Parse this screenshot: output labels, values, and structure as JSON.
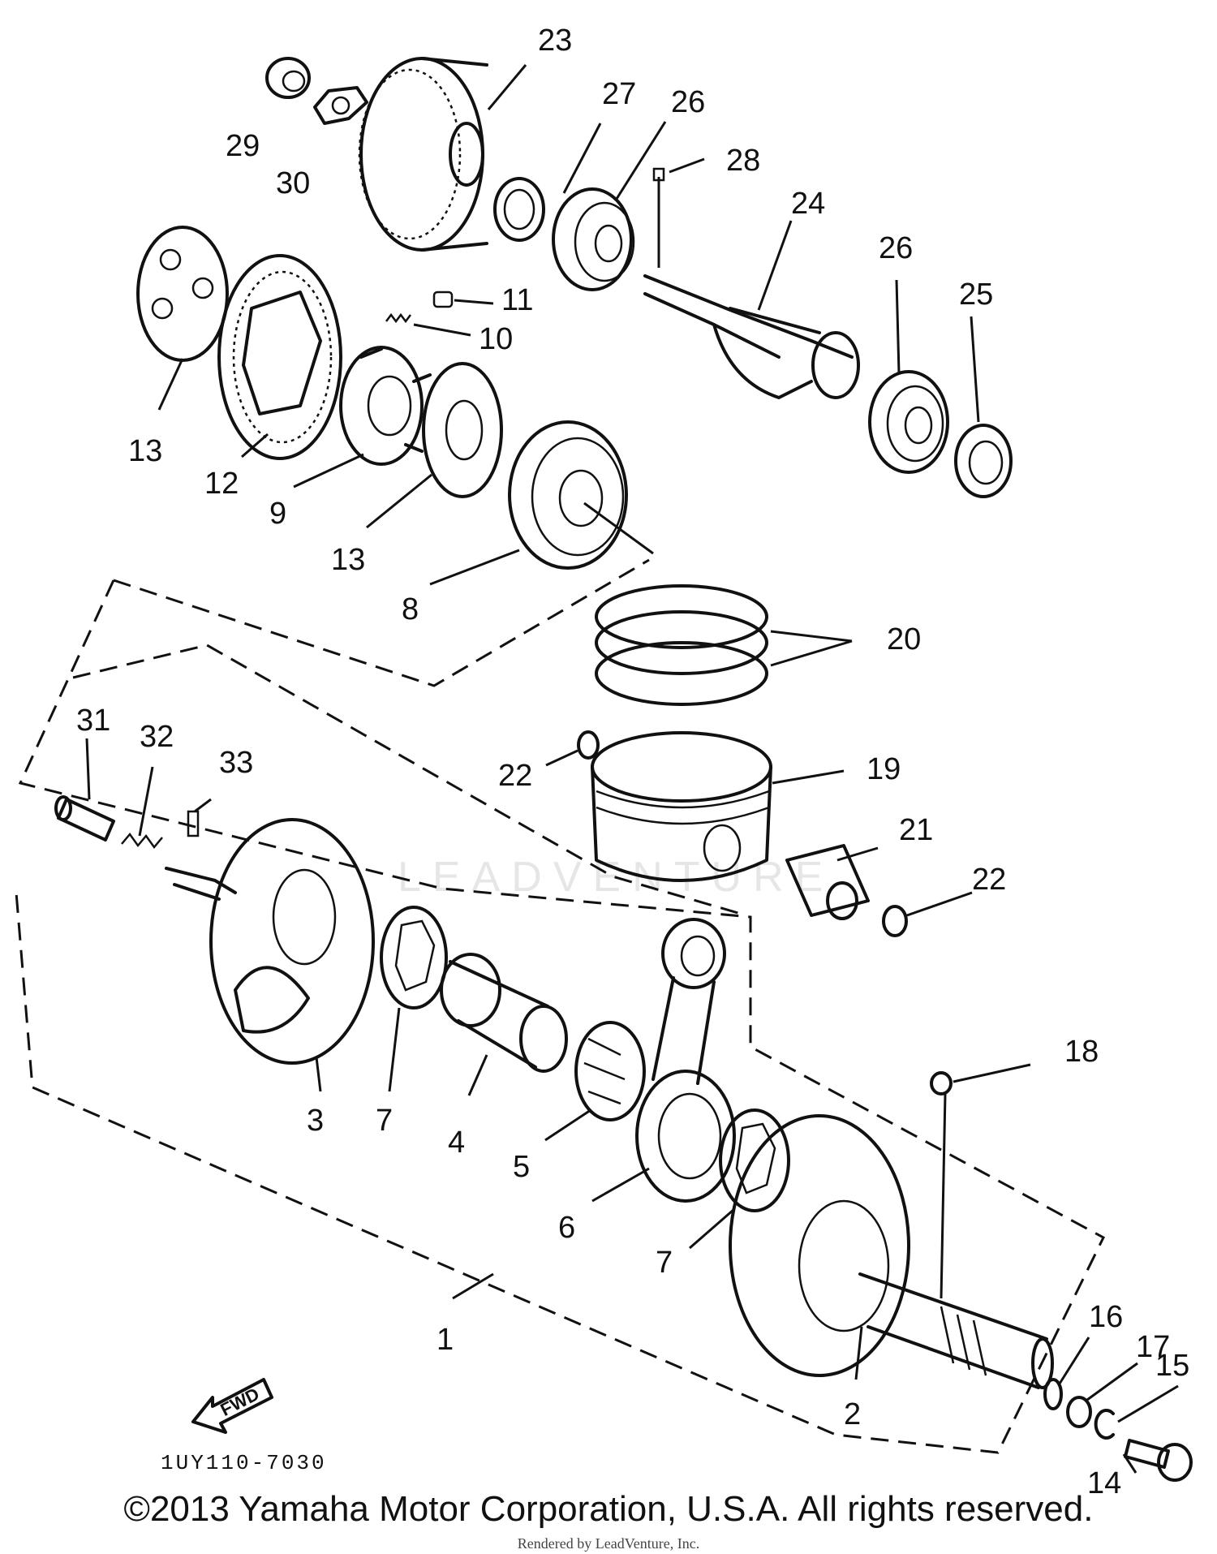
{
  "diagram": {
    "ref_code": "1UY110-7030",
    "fwd_label": "FWD",
    "watermark": "LEADVENTURE",
    "callouts": [
      {
        "id": "c1",
        "label": "1"
      },
      {
        "id": "c2",
        "label": "2"
      },
      {
        "id": "c3",
        "label": "3"
      },
      {
        "id": "c4",
        "label": "4"
      },
      {
        "id": "c5",
        "label": "5"
      },
      {
        "id": "c6",
        "label": "6"
      },
      {
        "id": "c7a",
        "label": "7"
      },
      {
        "id": "c7b",
        "label": "7"
      },
      {
        "id": "c8",
        "label": "8"
      },
      {
        "id": "c9",
        "label": "9"
      },
      {
        "id": "c10",
        "label": "10"
      },
      {
        "id": "c11",
        "label": "11"
      },
      {
        "id": "c12",
        "label": "12"
      },
      {
        "id": "c13a",
        "label": "13"
      },
      {
        "id": "c13b",
        "label": "13"
      },
      {
        "id": "c14",
        "label": "14"
      },
      {
        "id": "c15",
        "label": "15"
      },
      {
        "id": "c16",
        "label": "16"
      },
      {
        "id": "c17",
        "label": "17"
      },
      {
        "id": "c18",
        "label": "18"
      },
      {
        "id": "c19",
        "label": "19"
      },
      {
        "id": "c20",
        "label": "20"
      },
      {
        "id": "c21",
        "label": "21"
      },
      {
        "id": "c22a",
        "label": "22"
      },
      {
        "id": "c22b",
        "label": "22"
      },
      {
        "id": "c23",
        "label": "23"
      },
      {
        "id": "c24",
        "label": "24"
      },
      {
        "id": "c25",
        "label": "25"
      },
      {
        "id": "c26a",
        "label": "26"
      },
      {
        "id": "c26b",
        "label": "26"
      },
      {
        "id": "c27",
        "label": "27"
      },
      {
        "id": "c28",
        "label": "28"
      },
      {
        "id": "c29",
        "label": "29"
      },
      {
        "id": "c30",
        "label": "30"
      },
      {
        "id": "c31",
        "label": "31"
      },
      {
        "id": "c32",
        "label": "32"
      },
      {
        "id": "c33",
        "label": "33"
      }
    ]
  },
  "footer": {
    "copyright": "©2013 Yamaha Motor Corporation, U.S.A. All rights reserved.",
    "rendered_by": "Rendered by LeadVenture, Inc."
  }
}
